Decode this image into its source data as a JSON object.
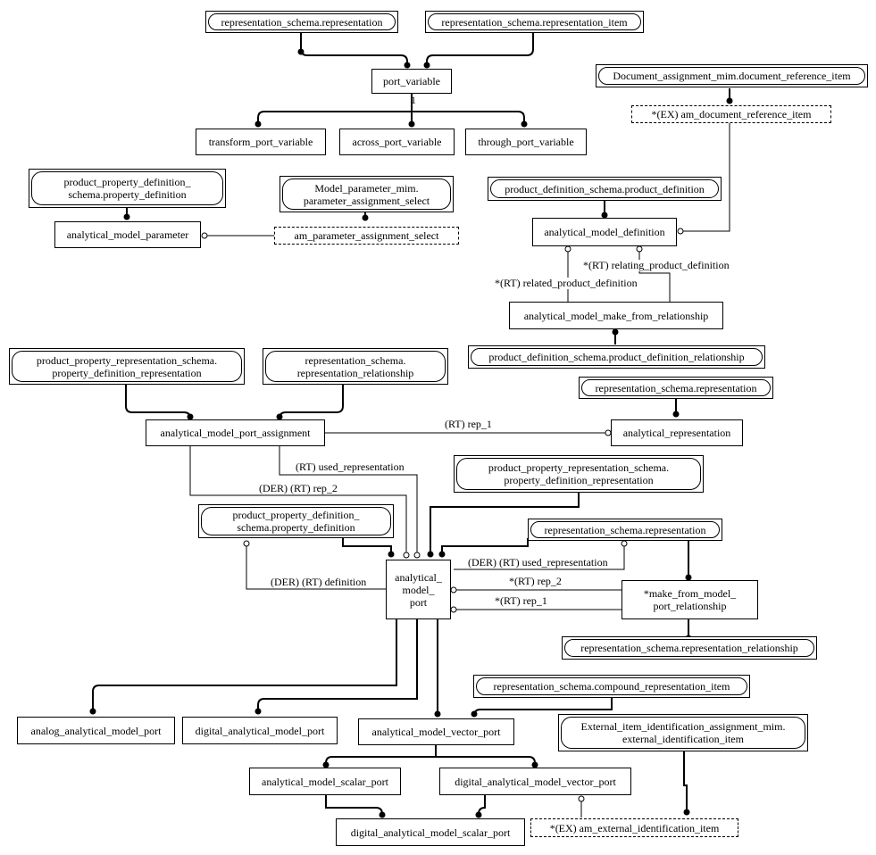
{
  "boxes": {
    "rep_schema_representation_top": "representation_schema.representation",
    "rep_schema_representation_item": "representation_schema.representation_item",
    "port_variable": "port_variable",
    "transform_port_variable": "transform_port_variable",
    "across_port_variable": "across_port_variable",
    "through_port_variable": "through_port_variable",
    "doc_assignment_ref_item": "Document_assignment_mim.document_reference_item",
    "am_document_reference_item": "*(EX) am_document_reference_item",
    "prop_def_schema_property_definition_1": "product_property_definition_\nschema.property_definition",
    "model_parameter_mim": "Model_parameter_mim.\nparameter_assignment_select",
    "analytical_model_parameter": "analytical_model_parameter",
    "am_parameter_assignment_select": "am_parameter_assignment_select",
    "pd_schema_product_definition": "product_definition_schema.product_definition",
    "analytical_model_definition": "analytical_model_definition",
    "analytical_model_make_from_relationship": "analytical_model_make_from_relationship",
    "pd_schema_pd_relationship": "product_definition_schema.product_definition_relationship",
    "ppr_schema_pdr_1": "product_property_representation_schema.\nproperty_definition_representation",
    "rep_schema_rep_relationship_1": "representation_schema.\nrepresentation_relationship",
    "rep_schema_representation_2": "representation_schema.representation",
    "analytical_model_port_assignment": "analytical_model_port_assignment",
    "analytical_representation": "analytical_representation",
    "ppr_schema_pdr_2": "product_property_representation_schema.\nproperty_definition_representation",
    "prop_def_schema_property_definition_2": "product_property_definition_\nschema.property_definition",
    "rep_schema_representation_3": "representation_schema.representation",
    "analytical_model_port": "analytical_\nmodel_\nport",
    "make_from_model_port_relationship": "*make_from_model_\nport_relationship",
    "rep_schema_rep_relationship_2": "representation_schema.representation_relationship",
    "rep_schema_compound_rep_item": "representation_schema.compound_representation_item",
    "ext_item_identification": "External_item_identification_assignment_mim.\nexternal_identification_item",
    "analog_analytical_model_port": "analog_analytical_model_port",
    "digital_analytical_model_port": "digital_analytical_model_port",
    "analytical_model_vector_port": "analytical_model_vector_port",
    "analytical_model_scalar_port": "analytical_model_scalar_port",
    "digital_analytical_model_vector_port": "digital_analytical_model_vector_port",
    "digital_analytical_model_scalar_port": "digital_analytical_model_scalar_port",
    "am_external_identification_item": "*(EX) am_external_identification_item"
  },
  "labels": {
    "cardinality_1": "1",
    "relating_product_definition": "*(RT) relating_product_definition",
    "related_product_definition": "*(RT) related_product_definition",
    "rep_1_top": "(RT) rep_1",
    "used_representation_1": "(RT) used_representation",
    "der_rep_2": "(DER) (RT) rep_2",
    "der_used_representation": "(DER) (RT) used_representation",
    "der_definition": "(DER) (RT) definition",
    "rep_2": "*(RT) rep_2",
    "rep_1_bottom": "*(RT) rep_1"
  }
}
